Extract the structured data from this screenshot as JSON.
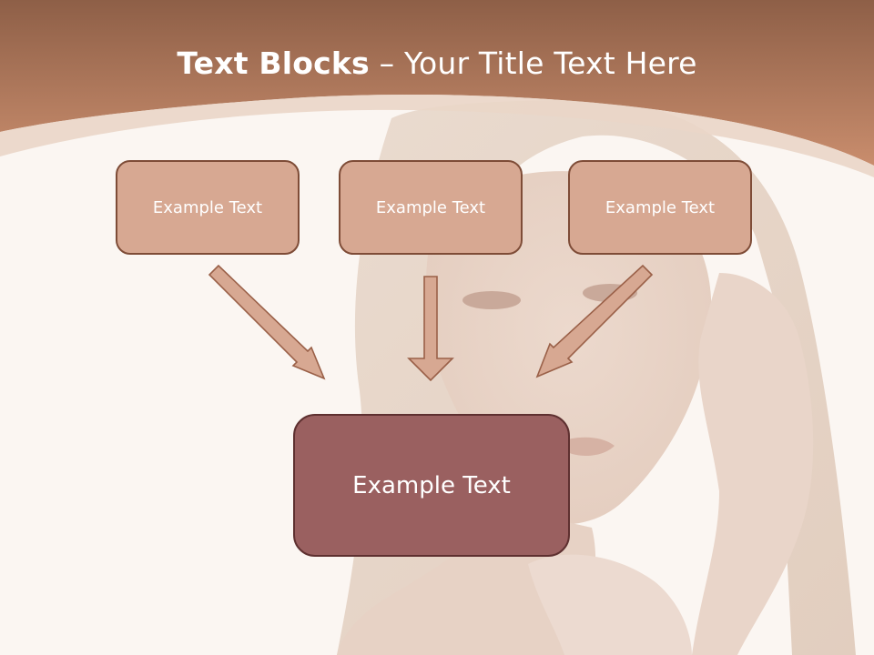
{
  "slide": {
    "title_strong": "Text Blocks",
    "title_dash": " – ",
    "title_rest": "Your Title Text Here",
    "top_boxes": [
      {
        "label": "Example Text"
      },
      {
        "label": "Example Text"
      },
      {
        "label": "Example Text"
      }
    ],
    "center_box": {
      "label": "Example Text"
    }
  },
  "colors": {
    "header": "#b97a58",
    "box_fill": "#d7a892",
    "box_border": "#7e4c37",
    "center_fill": "#9a6060",
    "arrow_fill": "#d7a892",
    "background": "#fbf6f2"
  },
  "icons": {
    "arrow_shape": "arrow-icon"
  }
}
